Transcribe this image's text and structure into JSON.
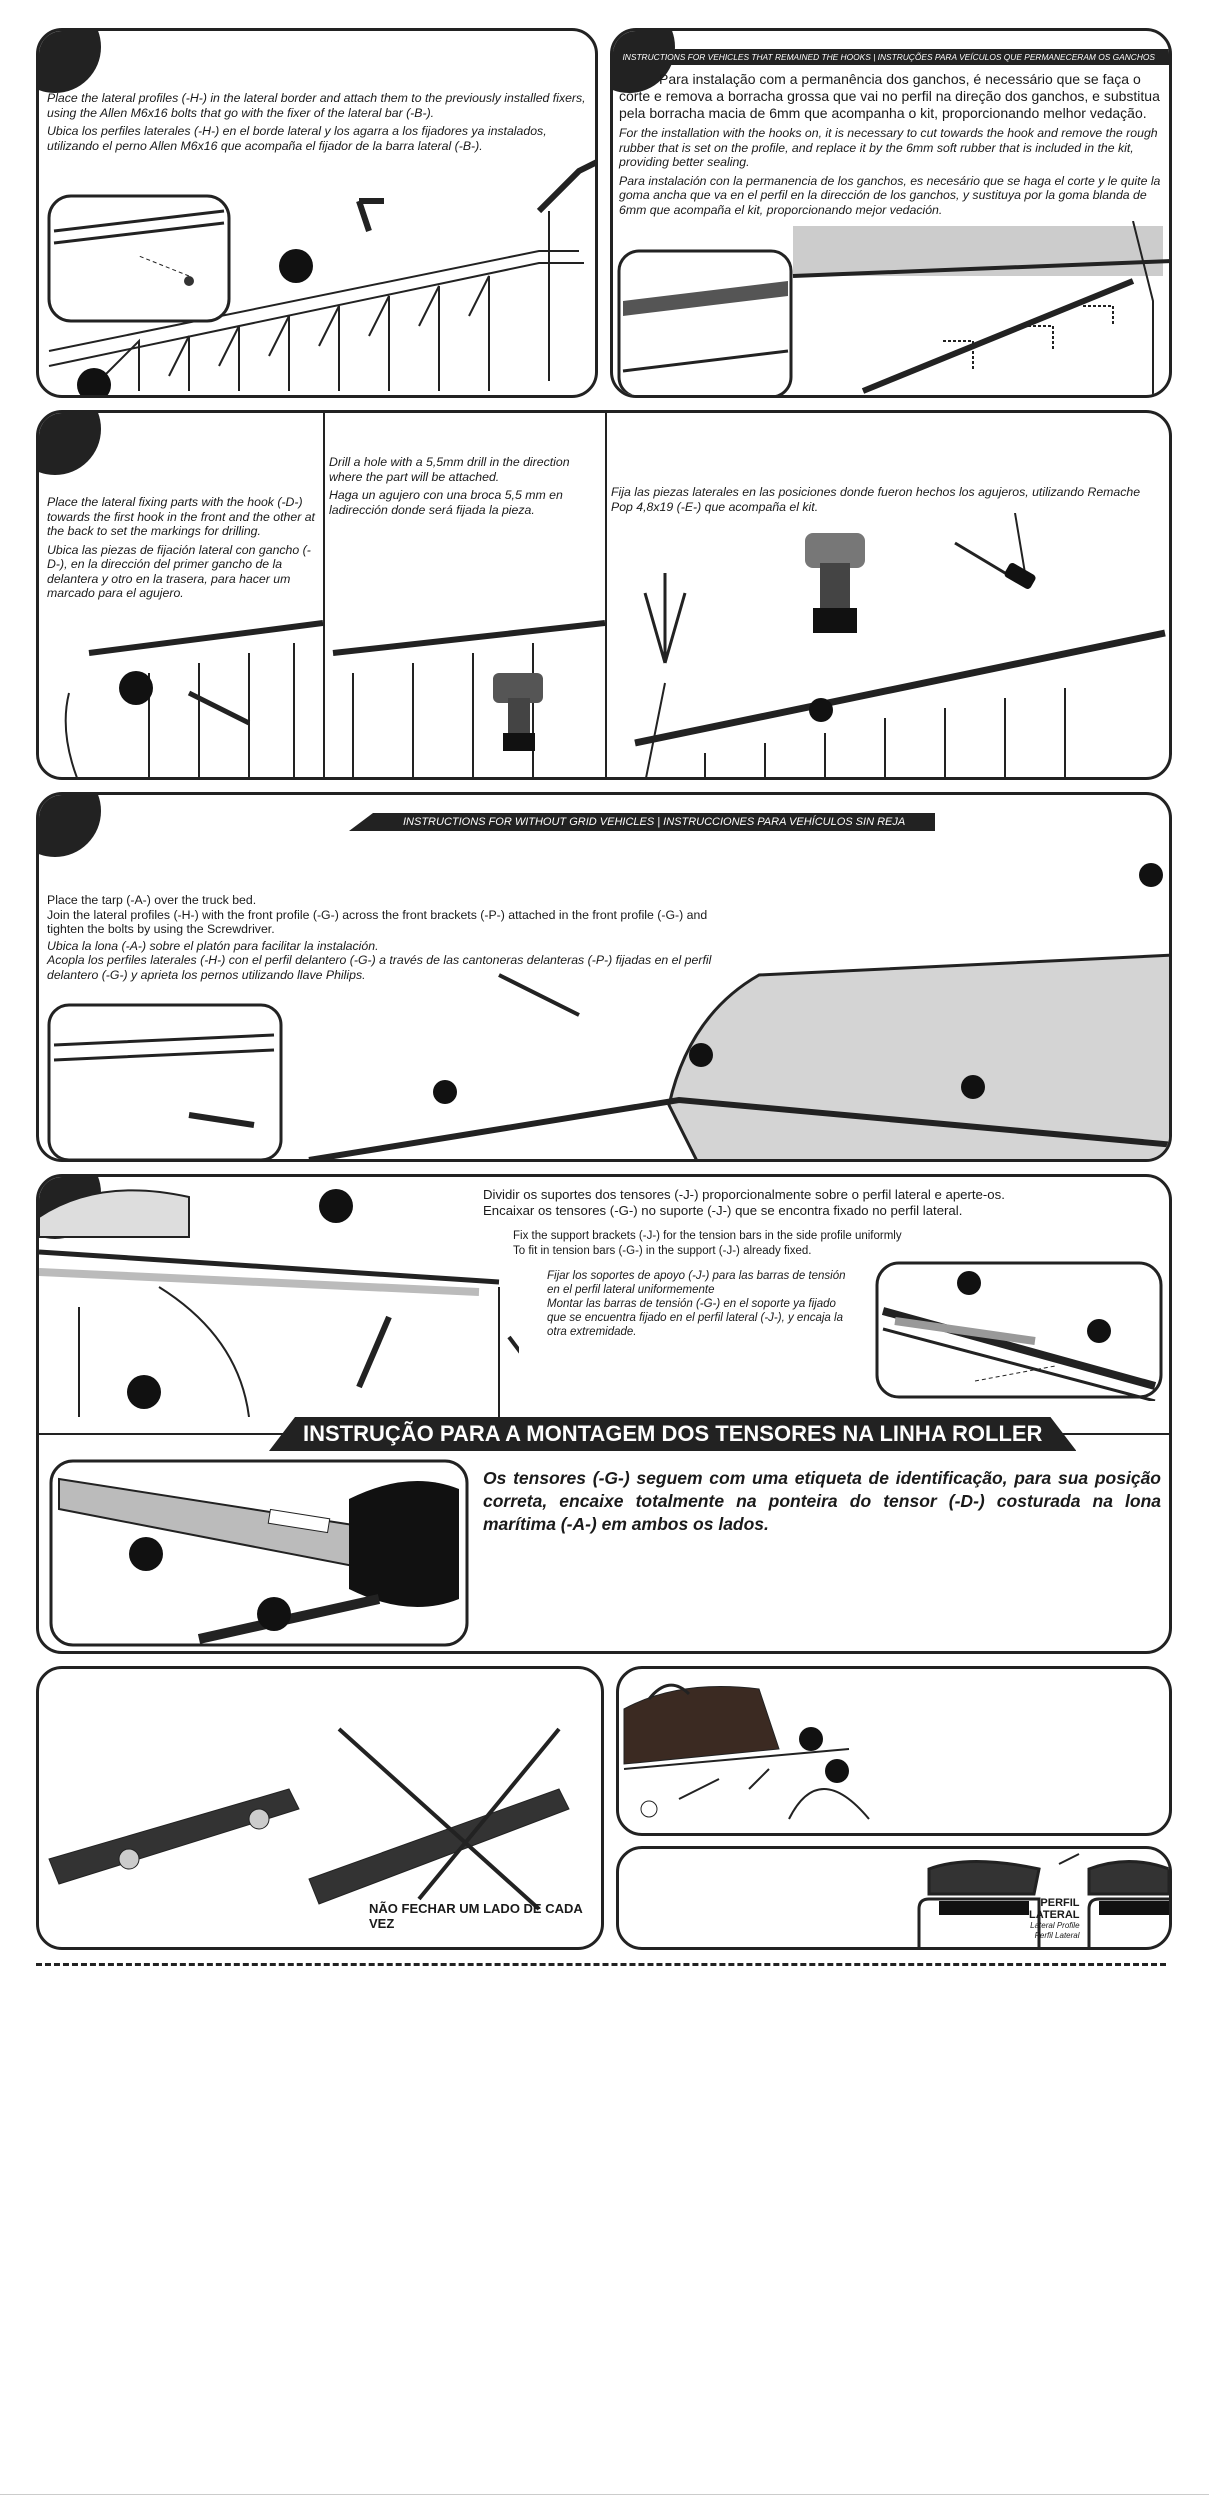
{
  "s1": {
    "left": {
      "en": "Place the lateral profiles (-H-) in the lateral border and attach them to the previously installed fixers, using the Allen M6x16 bolts that go with the fixer of the lateral bar (-B-).",
      "es": "Ubica los perfiles laterales (-H-) en el borde lateral y los agarra a los fijadores ya instalados, utilizando el perno Allen M6x16 que acompaña el fijador de la barra lateral (-B-)."
    },
    "right": {
      "title": "INSTRUCTIONS FOR VEHICLES THAT REMAINED THE HOOKS | INSTRUÇÕES PARA VEÍCULOS QUE PERMANECERAM OS GANCHOS",
      "pt": "Para instalação com a permanência dos ganchos, é necessário que se faça o corte e remova a borracha grossa que vai no perfil na direção dos ganchos, e substitua pela borracha macia de 6mm que acompanha o kit, proporcionando  melhor vedação.",
      "en": "For the installation with the hooks on, it is necessary to cut towards the hook and remove the rough rubber that is set on the profile, and replace it by the 6mm soft rubber that is included in the kit, providing better sealing.",
      "es": "Para instalación con la permanencia de los ganchos, es necesário que se haga el corte y le quite la goma ancha que va  en el perfil en la dirección de los ganchos, y sustituya por la goma blanda de 6mm que acompaña el  kit, proporcionando mejor vedación."
    }
  },
  "s2": {
    "a": {
      "en": "Place the lateral fixing parts with the hook (-D-) towards the first hook in the front and the other at the back to set the markings for drilling.",
      "es": "Ubica las piezas de fijación lateral con gancho (-D-), en la dirección del primer gancho de la delantera y otro en la trasera, para hacer um marcado para el agujero."
    },
    "b": {
      "en": "Drill a hole with a 5,5mm drill in the direction where the part will be attached.",
      "es": "Haga un  agujero con una broca 5,5 mm en ladirección  donde será fijada la pieza."
    },
    "c": {
      "es": "Fija las piezas laterales en las posiciones donde fueron hechos los agujeros, utilizando Remache Pop 4,8x19 (-E-) que acompaña el kit."
    }
  },
  "s3": {
    "title": "INSTRUCTIONS FOR WITHOUT GRID VEHICLES  |  INSTRUCCIONES PARA VEHÍCULOS SIN REJA",
    "en1": "Place the tarp (-A-) over the truck bed.",
    "en2": "Join the lateral profiles (-H-) with the front profile (-G-) across the front brackets (-P-) attached in the front profile (-G-) and tighten the bolts by using the Screwdriver.",
    "es1": "Ubica la lona (-A-) sobre el  platón para facilitar la instalación.",
    "es2": "Acopla los perfiles laterales (-H-) con el perfil delantero (-G-) a través de las cantoneras delanteras (-P-) fijadas en el perfil delantero (-G-) y aprieta los pernos utilizando llave Philips."
  },
  "s4": {
    "pt1": "Dividir os suportes dos tensores (-J-) proporcionalmente sobre o perfil lateral e aperte-os.",
    "pt2": "Encaixar os tensores (-G-) no suporte (-J-) que se encontra fixado no perfil lateral.",
    "en1": "Fix the support brackets (-J-) for the tension bars in the side profile uniformly",
    "en2": "To fit in tension bars (-G-) in the support (-J-) already fixed.",
    "es1": "Fijar los soportes de apoyo (-J-) para las barras de tensión en el perfil lateral uniformemente",
    "es2": "Montar las barras de tensión (-G-) en el soporte ya fijado que se encuentra fijado en el perfil lateral (-J-), y encaja  la otra extremidade.",
    "title": "INSTRUÇÃO PARA A MONTAGEM DOS TENSORES NA LINHA ROLLER",
    "bold": "Os tensores (-G-) seguem com uma etiqueta de identificação, para sua posição correta, encaixe totalmente na ponteira do tensor (-D-) costurada na lona marítima (-A-) em ambos os lados."
  },
  "s5": {
    "warning": "NÃO FECHAR UM LADO DE CADA VEZ",
    "perfil1": "PERFIL",
    "perfil2": "LATERAL",
    "perfil3": "Lateral Profile",
    "perfil4": "Perfil Lateral"
  }
}
